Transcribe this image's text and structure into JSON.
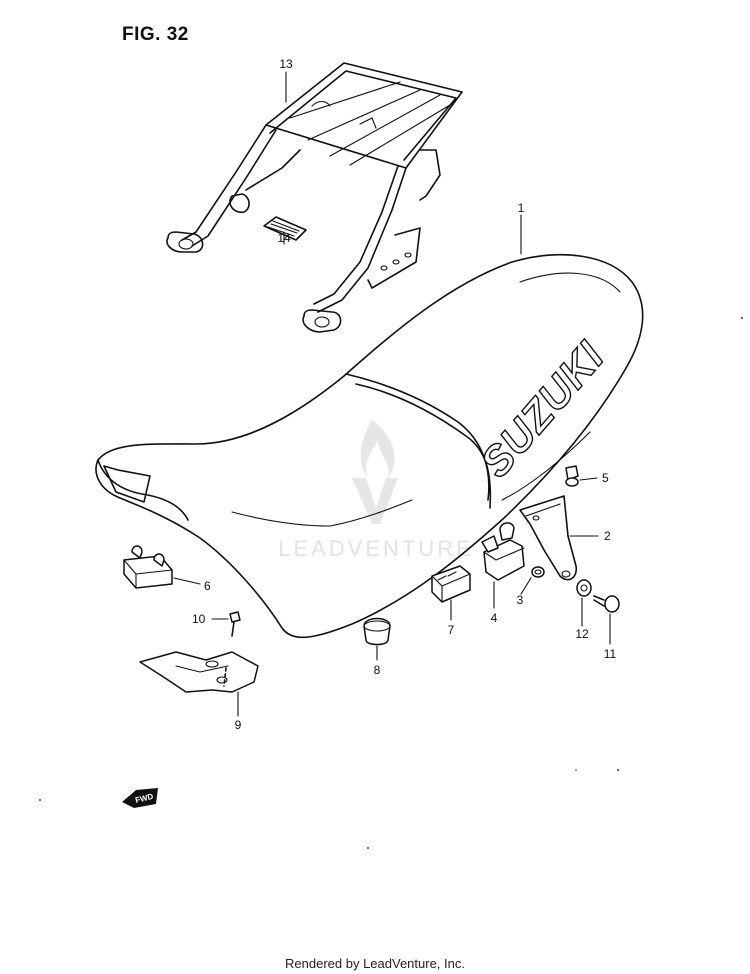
{
  "figure": {
    "title": "FIG. 32"
  },
  "watermark": {
    "text": "LEADVENTURE"
  },
  "seat_brand": "SUZUKI",
  "fwd_label": "FWD",
  "callouts": [
    {
      "id": "c1",
      "label": "1"
    },
    {
      "id": "c2",
      "label": "2"
    },
    {
      "id": "c3",
      "label": "3"
    },
    {
      "id": "c4",
      "label": "4"
    },
    {
      "id": "c5",
      "label": "5"
    },
    {
      "id": "c6",
      "label": "6"
    },
    {
      "id": "c7",
      "label": "7"
    },
    {
      "id": "c8",
      "label": "8"
    },
    {
      "id": "c9",
      "label": "9"
    },
    {
      "id": "c10",
      "label": "10"
    },
    {
      "id": "c11",
      "label": "11"
    },
    {
      "id": "c12",
      "label": "12"
    },
    {
      "id": "c13",
      "label": "13"
    },
    {
      "id": "c14",
      "label": "14"
    }
  ],
  "footer": {
    "text": "Rendered by LeadVenture, Inc."
  }
}
